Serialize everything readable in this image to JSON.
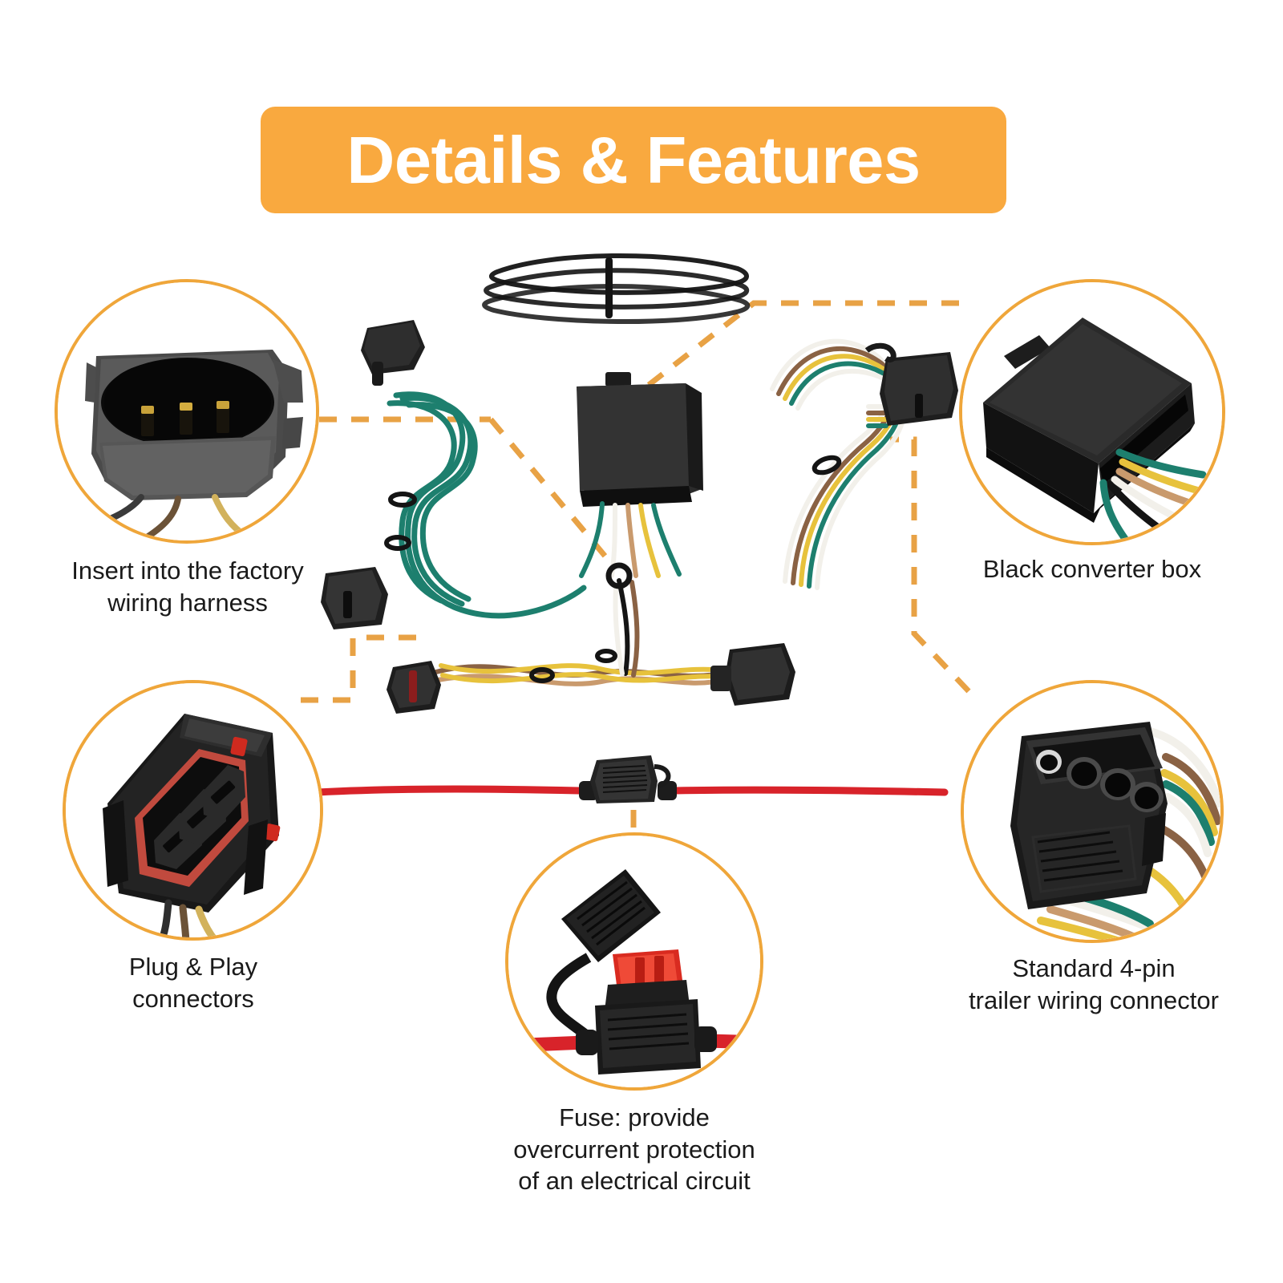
{
  "page": {
    "title": "Details & Features",
    "background_color": "#ffffff",
    "accent_color": "#F9A93F",
    "circle_stroke_color": "#EFA63A",
    "leader_line_color": "#E8A245",
    "label_text_color": "#1a1a1a"
  },
  "header": {
    "banner_label": "Details & Features"
  },
  "callouts": [
    {
      "id": "factory-harness",
      "label": "Insert into the factory\nwiring harness",
      "position": "top-left",
      "subject": "three-pin-black-connector-with-gold-terminals"
    },
    {
      "id": "plug-and-play",
      "label": "Plug & Play\nconnectors",
      "position": "bottom-left",
      "subject": "black-connector-with-red-seal-three-terminals"
    },
    {
      "id": "converter-box",
      "label": "Black converter box",
      "position": "top-right",
      "subject": "black-plastic-converter-module-with-colored-wires"
    },
    {
      "id": "trailer-connector",
      "label": "Standard 4-pin\ntrailer wiring connector",
      "position": "bottom-right",
      "subject": "four-pin-flat-trailer-socket"
    },
    {
      "id": "fuse",
      "label": "Fuse: provide\novercurrent protection\nof an electrical circuit",
      "position": "bottom-center",
      "subject": "inline-blade-fuse-holder-with-red-fuse"
    }
  ],
  "product_parts": [
    {
      "id": "coiled-black-wire",
      "name": "Coiled black ground wire bundle"
    },
    {
      "id": "green-wire-harness",
      "name": "Teal green wire harness with two black connectors"
    },
    {
      "id": "converter-module",
      "name": "Black converter box module"
    },
    {
      "id": "four-wire-flat-harness",
      "name": "Four-wire flat trailer harness with 4-pin connector"
    },
    {
      "id": "tan-yellow-harness",
      "name": "Tan and yellow T-connector harness with ring terminal"
    },
    {
      "id": "red-fuse-wire",
      "name": "Red power wire with inline fuse holder"
    }
  ],
  "wire_colors": {
    "green": "#1d7f6e",
    "yellow": "#e7c23c",
    "white": "#f2f0ea",
    "brown": "#8a6244",
    "tan": "#c99a6d",
    "red": "#d8232a",
    "black": "#141414"
  }
}
